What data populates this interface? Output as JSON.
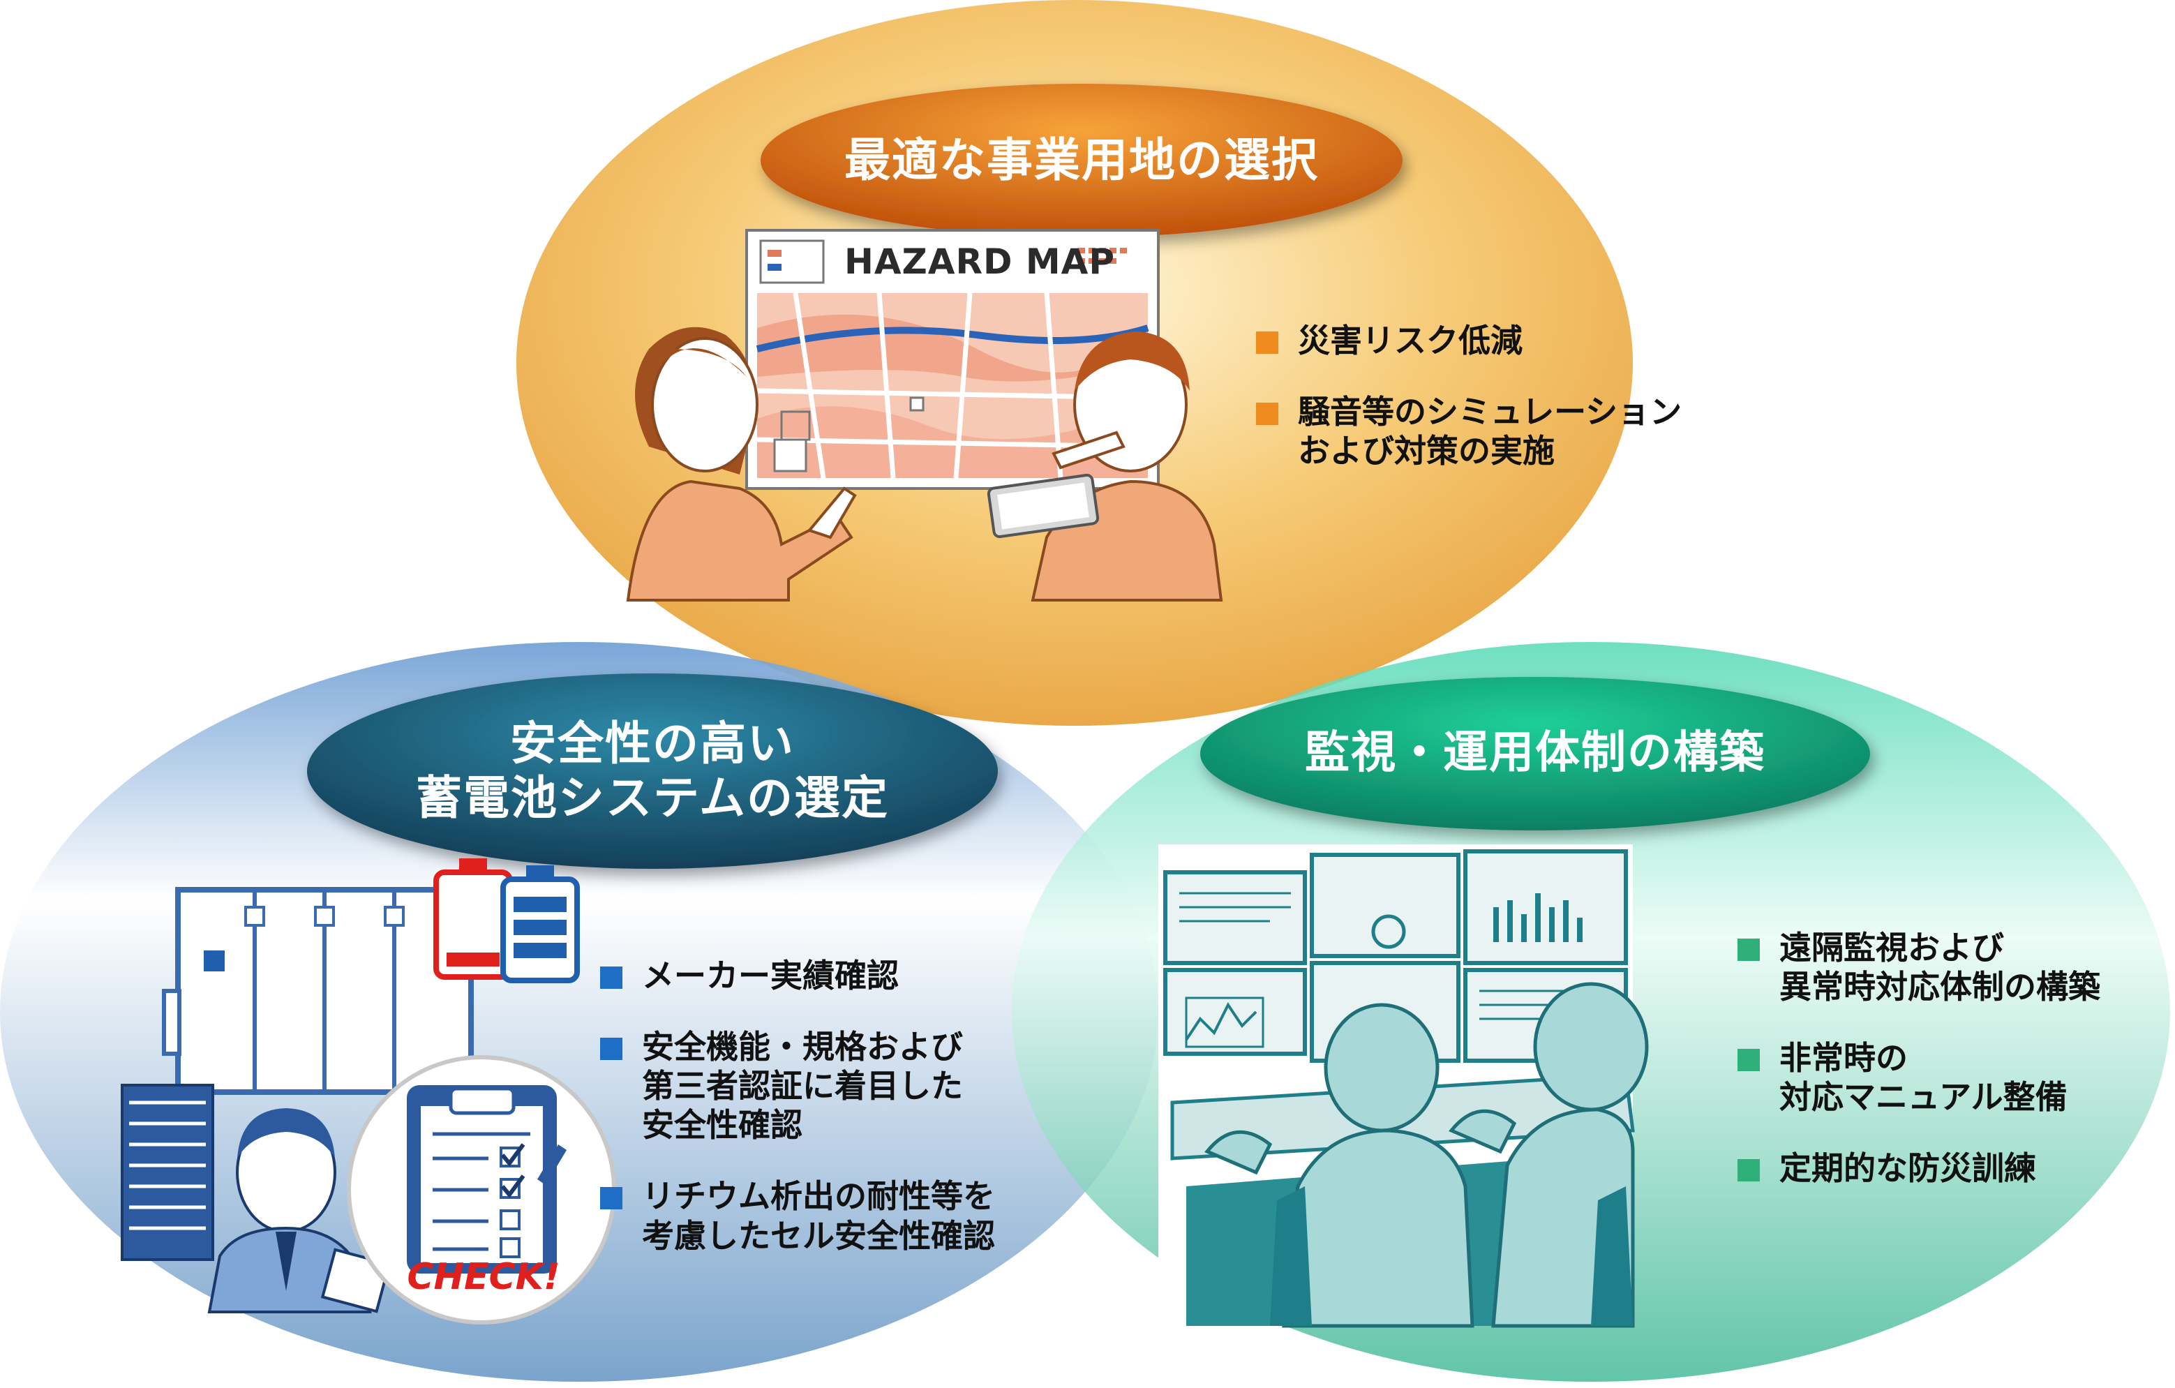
{
  "colors": {
    "orange_accent": "#ef8a1e",
    "blue_accent": "#1f6ec6",
    "green_accent": "#2fb07a",
    "pill_top": "#c85a08",
    "pill_left": "#1a5a72",
    "pill_right": "#129e76",
    "check_red": "#e0201c"
  },
  "top_section": {
    "title": "最適な事業用地の選択",
    "map_label": "HAZARD MAP",
    "bullets": [
      {
        "lines": [
          "災害リスク低減"
        ]
      },
      {
        "lines": [
          "騒音等のシミュレーション",
          "および対策の実施"
        ]
      }
    ]
  },
  "left_section": {
    "title_lines": [
      "安全性の高い",
      "蓄電池システムの選定"
    ],
    "check_label": "CHECK!",
    "bullets": [
      {
        "lines": [
          "メーカー実績確認"
        ]
      },
      {
        "lines": [
          "安全機能・規格および",
          "第三者認証に着目した",
          "安全性確認"
        ]
      },
      {
        "lines": [
          "リチウム析出の耐性等を",
          "考慮したセル安全性確認"
        ]
      }
    ]
  },
  "right_section": {
    "title": "監視・運用体制の構築",
    "bullets": [
      {
        "lines": [
          "遠隔監視および",
          "異常時対応体制の構築"
        ]
      },
      {
        "lines": [
          "非常時の",
          "対応マニュアル整備"
        ]
      },
      {
        "lines": [
          "定期的な防災訓練"
        ]
      }
    ]
  },
  "icons": {
    "map_people": "people-reading-hazard-map-icon",
    "battery_cabinet": "battery-cabinet-icon",
    "battery_low": "battery-low-icon",
    "battery_full": "battery-full-icon",
    "checklist": "checklist-icon",
    "inspector": "inspector-person-icon",
    "control_room": "control-room-operators-icon"
  }
}
